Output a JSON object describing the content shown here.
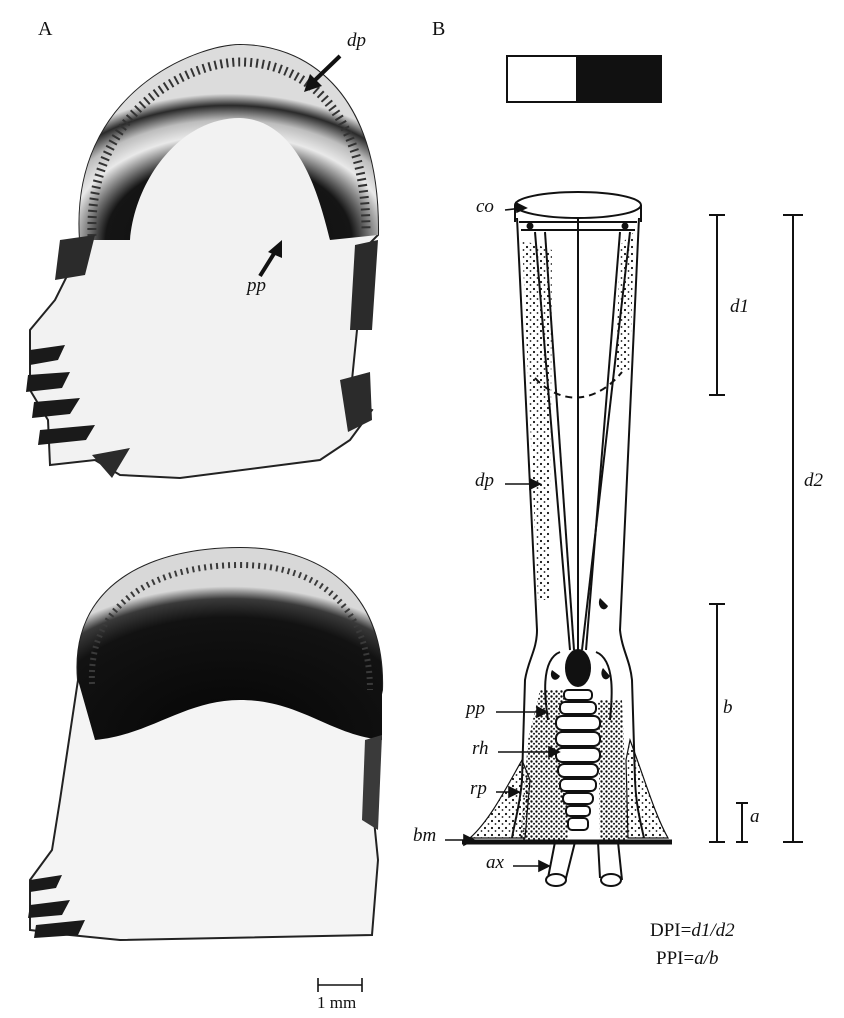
{
  "panels": {
    "a": "A",
    "b": "B"
  },
  "photo_labels": {
    "dp": "dp",
    "pp": "pp"
  },
  "scale_bar_label": "1 mm",
  "diagram_labels": {
    "co": "co",
    "dp": "dp",
    "pp": "pp",
    "rh": "rh",
    "rp": "rp",
    "bm": "bm",
    "ax": "ax"
  },
  "dimension_labels": {
    "d1": "d1",
    "d2": "d2",
    "b": "b",
    "a": "a"
  },
  "formulas": {
    "dpi_prefix": "DPI=",
    "dpi_expr": "d1/d2",
    "ppi_prefix": "PPI=",
    "ppi_expr": "a/b"
  },
  "colors": {
    "ink": "#111111",
    "photo_dark": "#141414",
    "photo_mid": "#6b6b6b",
    "paper": "#ffffff"
  }
}
